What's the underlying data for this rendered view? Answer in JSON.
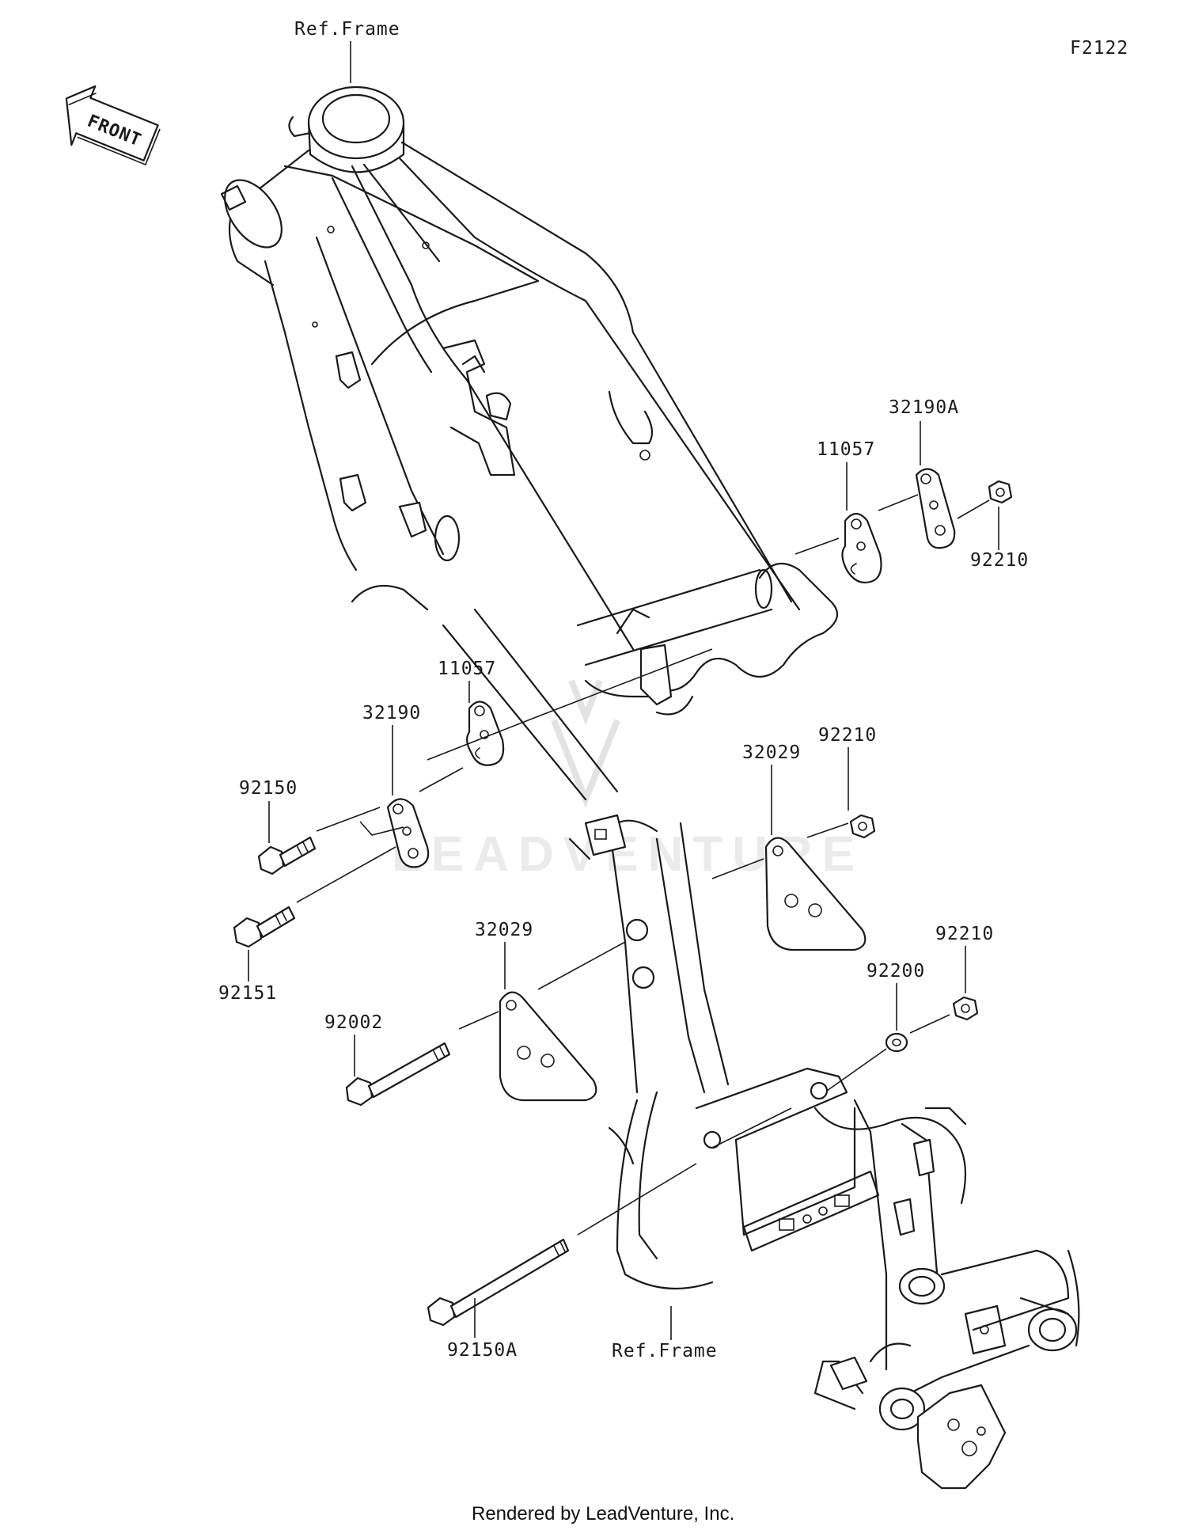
{
  "diagram_code": "F2122",
  "front_arrow_label": "FRONT",
  "ref_frame_top": "Ref.Frame",
  "ref_frame_bottom": "Ref.Frame",
  "parts": [
    {
      "id": "p_32190A",
      "label": "32190A"
    },
    {
      "id": "p_11057_a",
      "label": "11057"
    },
    {
      "id": "p_92210_a",
      "label": "92210"
    },
    {
      "id": "p_11057_b",
      "label": "11057"
    },
    {
      "id": "p_32190",
      "label": "32190"
    },
    {
      "id": "p_92150",
      "label": "92150"
    },
    {
      "id": "p_92151",
      "label": "92151"
    },
    {
      "id": "p_92210_b",
      "label": "92210"
    },
    {
      "id": "p_32029_a",
      "label": "32029"
    },
    {
      "id": "p_32029_b",
      "label": "32029"
    },
    {
      "id": "p_92002",
      "label": "92002"
    },
    {
      "id": "p_92210_c",
      "label": "92210"
    },
    {
      "id": "p_92200",
      "label": "92200"
    },
    {
      "id": "p_92150A",
      "label": "92150A"
    }
  ],
  "watermark": "LEADVENTURE",
  "footer": "Rendered by LeadVenture, Inc.",
  "colors": {
    "line": "#1a1a1a",
    "background": "#ffffff",
    "watermark": "#e3e3e3"
  }
}
